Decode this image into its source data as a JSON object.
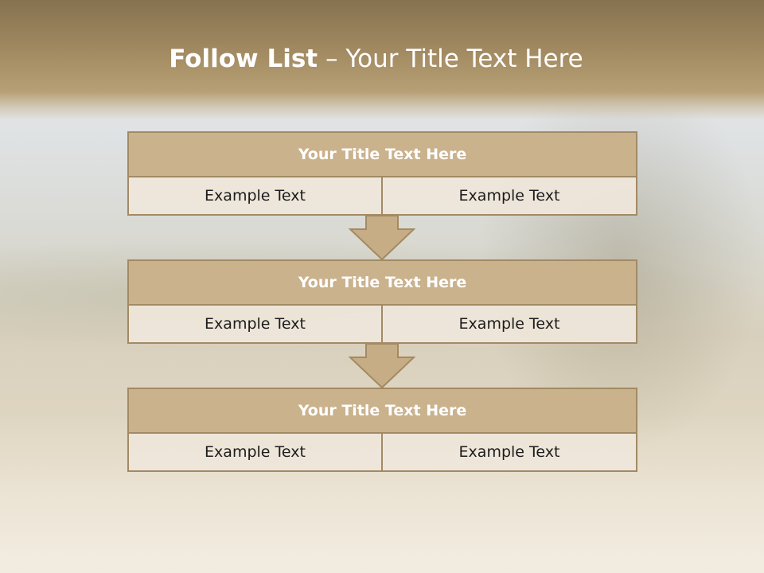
{
  "slide": {
    "title_bold": "Follow List",
    "title_rest": "  – Your Title Text Here"
  },
  "blocks": [
    {
      "heading": "Your Title Text Here",
      "left_text": "Example Text",
      "right_text": "Example Text"
    },
    {
      "heading": "Your Title Text Here",
      "left_text": "Example Text",
      "right_text": "Example Text"
    },
    {
      "heading": "Your Title Text Here",
      "left_text": "Example Text",
      "right_text": "Example Text"
    }
  ],
  "colors": {
    "header_band": "#a48c63",
    "block_heading": "#cab28d",
    "block_border": "#a28a64",
    "cell_fill": "#eee6da"
  }
}
